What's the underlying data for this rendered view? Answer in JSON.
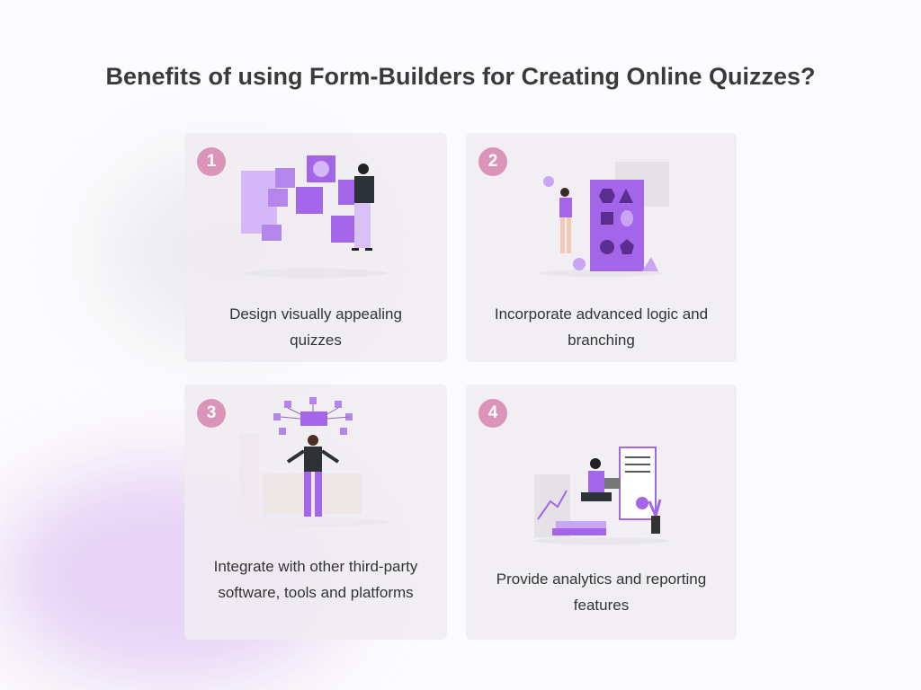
{
  "title": "Benefits of using Form-Builders for Creating Online Quizzes?",
  "colors": {
    "accent": "#a366e8",
    "badge": "#d994b8",
    "text": "#333333"
  },
  "cards": [
    {
      "number": "1",
      "caption": "Design visually appealing quizzes",
      "illustration": "person-arranging-dashboards"
    },
    {
      "number": "2",
      "caption": "Incorporate advanced logic and branching",
      "illustration": "person-with-shape-sorter"
    },
    {
      "number": "3",
      "caption": "Integrate with other third-party software, tools and platforms",
      "illustration": "person-with-connected-apps"
    },
    {
      "number": "4",
      "caption": "Provide analytics and reporting features",
      "illustration": "person-with-laptop-and-reports"
    }
  ]
}
